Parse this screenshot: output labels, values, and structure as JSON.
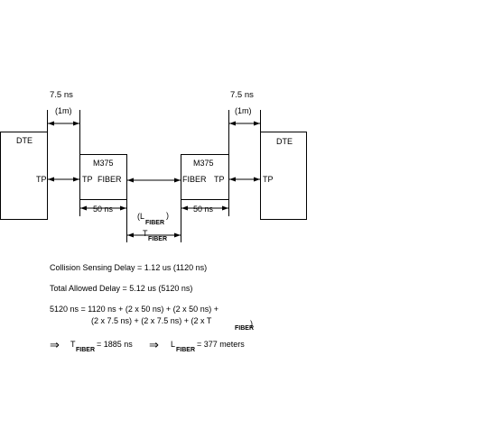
{
  "colors": {
    "line": "#000000",
    "background": "#ffffff"
  },
  "boxes": {
    "dte_left": "DTE",
    "dte_right": "DTE",
    "m375_left": "M375",
    "m375_right": "M375"
  },
  "ports": {
    "left_dte_tp": "TP",
    "left_m375_tp": "TP",
    "left_m375_fiber": "FIBER",
    "right_m375_fiber": "FIBER",
    "right_m375_tp": "TP",
    "right_dte_tp": "TP"
  },
  "labels": {
    "cable_delay_left": "7.5 ns",
    "cable_len_left": "(1m)",
    "cable_delay_right": "7.5 ns",
    "cable_len_right": "(1m)",
    "m375_delay_left": "50 ns",
    "m375_delay_right": "50 ns",
    "l_fiber_open": "(L",
    "l_fiber_sub": "FIBER",
    "l_fiber_close": ")",
    "t_fiber": "T",
    "t_fiber_sub": "FIBER"
  },
  "equations": {
    "collision": "Collision Sensing Delay = 1.12 us (1120 ns)",
    "total": "Total Allowed Delay = 5.12 us (5120 ns)",
    "sum_line1": "5120 ns = 1120 ns + (2 x 50 ns) + (2 x 50 ns) +",
    "sum_line2": "(2 x 7.5 ns) + (2 x 7.5 ns) + (2 x T",
    "sum_line2_sub": "FIBER",
    "sum_line2_close": ")",
    "implies_1": "⇒",
    "result_t": "T",
    "result_t_sub": "FIBER",
    "result_t_value": "= 1885 ns",
    "implies_2": "⇒",
    "result_l": "L",
    "result_l_sub": "FIBER",
    "result_l_value": "= 377 meters"
  }
}
